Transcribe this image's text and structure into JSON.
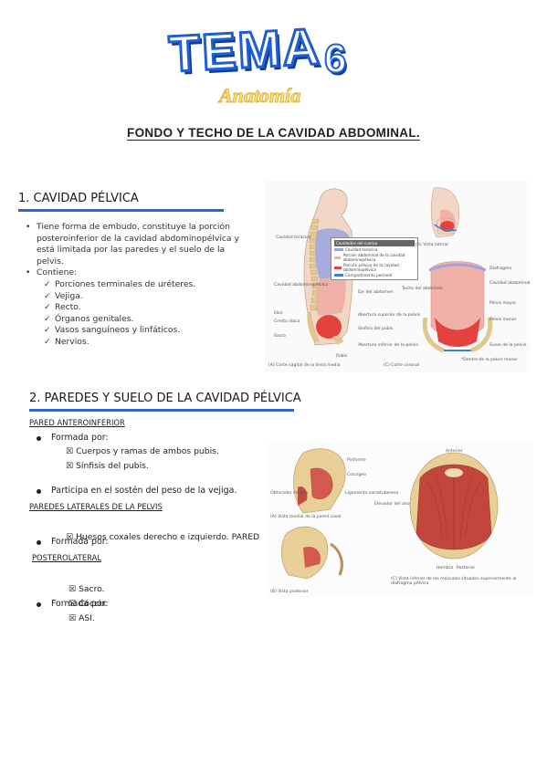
{
  "header": {
    "tema": "TEMA",
    "tema_num": "6",
    "subject": "Anatomía",
    "title": "FONDO Y TECHO DE LA CAVIDAD ABDOMINAL."
  },
  "section1": {
    "heading": "1. CAVIDAD PÉLVICA",
    "bullet1": "Tiene forma de embudo, constituye la porción posteroinferior de la cavidad abdominopélvica y está limitada por las paredes y el suelo de la pelvis.",
    "bullet2": "Contiene:",
    "contents": [
      "Porciones terminales de uréteres.",
      "Vejiga.",
      "Recto.",
      "Órganos genitales.",
      "Vasos sanguíneos y linfáticos.",
      "Nervios."
    ]
  },
  "section2": {
    "heading": "2. PAREDES Y SUELO DE LA CAVIDAD PÉLVICA",
    "pared_anteroinferior": {
      "heading": "PARED ANTEROINFERIOR",
      "formada": "Formada por:",
      "items": [
        "Cuerpos y ramas de ambos pubis.",
        "Sínfisis del pubis."
      ],
      "participa": "Participa en el sostén del peso de la vejiga."
    },
    "paredes_laterales": {
      "heading": "PAREDES LATERALES DE LA PELVIS",
      "formada": "Formada por:",
      "items": [
        "Huesos coxales derecho e izquierdo. PARED"
      ]
    },
    "posterolateral": {
      "heading": "POSTEROLATERAL",
      "formada": "Formada por:",
      "items": [
        "Sacro.",
        "Cóccix",
        "ASI."
      ]
    },
    "box_glyph": "☒"
  },
  "figure1": {
    "labels": {
      "cavidad_toracica": "Cavidad torácica",
      "cavidad_abdominopelvica": "Cavidad abdominopélvica",
      "ilion": "Ilion",
      "cresta_iliaca": "Cresta ilíaca",
      "sacro": "Sacro",
      "pubis": "Pubis",
      "eje_abdomen": "Eje del abdomen",
      "abertura_superior": "Abertura superior de la pelvis",
      "sinfisis": "Sínfisis del pubis",
      "abertura_inferior": "Abertura inferior de la pelvis",
      "diafragma": "Diafragma",
      "cavidad_abdominal": "Cavidad abdominal",
      "pelvis_mayor": "Pelvis mayor",
      "pelvis_menor": "Pelvis menor",
      "techo": "Techo del abdomen",
      "suelo": "Suelo de la pelvis",
      "cap_a": "(A) Corte sagital de la línea media",
      "cap_b": "(B) Vista lateral",
      "cap_c": "(C) Corte coronal",
      "footnote": "*Dentro de la pelvis menor",
      "legend_title": "Cavidades del cuerpo",
      "legend": [
        "Cavidad torácica",
        "Porción abdominal de la cavidad abdominopélvica",
        "Porción pélvica de la cavidad abdominopélvica",
        "Compartimento perineal"
      ]
    },
    "legend_colors": [
      "#9aa4e0",
      "#f2b1a8",
      "#e3423e",
      "#3d7fd0"
    ]
  },
  "figure2": {
    "labels": {
      "pilbuena": "Piriforme",
      "coccigeo": "Coccígeo",
      "obturador": "Obturador interno",
      "ligamento": "Ligamento sacrotuberoso",
      "cap_a": "(A) Vista medial de la pared coxal",
      "cap_b": "(B) Vista posterior",
      "cap_c": "(C) Vista inferior de los músculos situados superiormente al diafragma pélvico",
      "elevador": "Elevador del ano",
      "hembra": "Hembra",
      "anterior": "Anterior",
      "posterior": "Posterior"
    }
  }
}
